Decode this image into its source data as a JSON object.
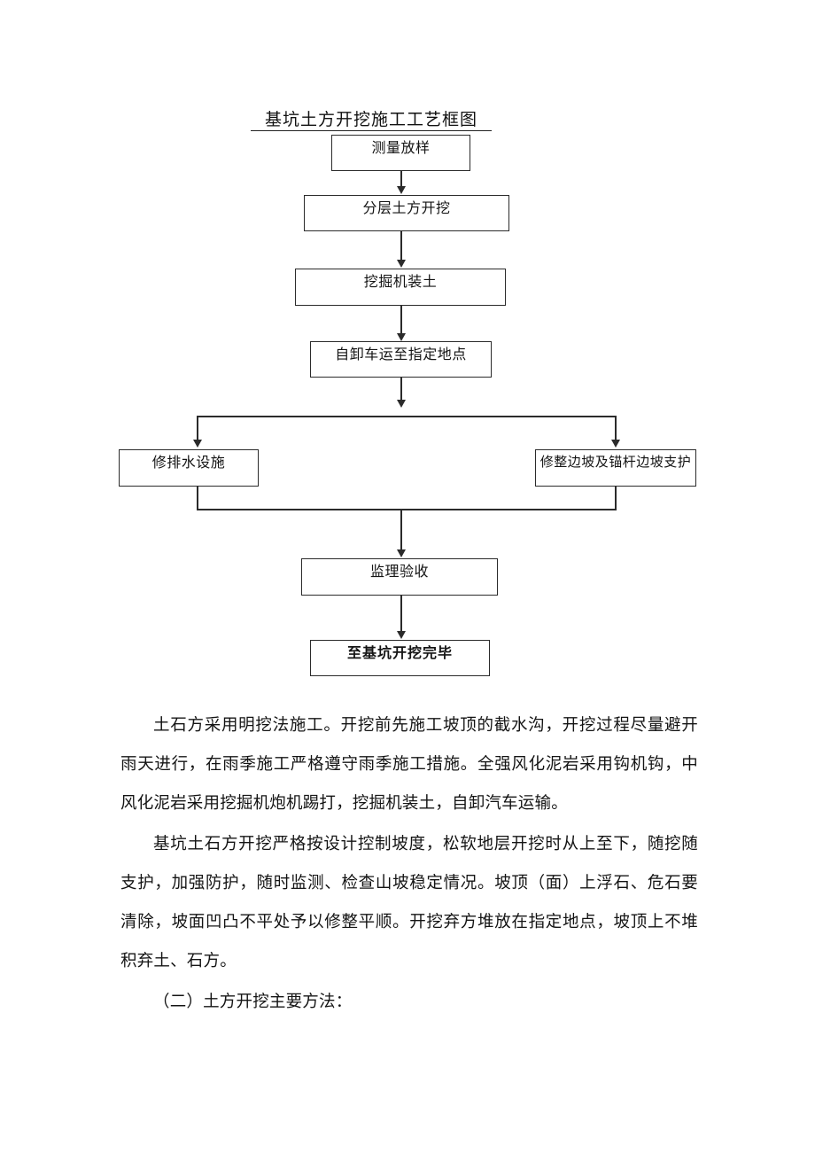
{
  "document": {
    "flowchart": {
      "title": "基坑土方开挖施工工艺框图",
      "nodes": {
        "survey": "测量放样",
        "layered_excavation": "分层土方开挖",
        "excavator_loading": "挖掘机装土",
        "dump_truck": "自卸车运至指定地点",
        "drainage": "修排水设施",
        "slope_support": "修整边坡及锚杆边坡支护",
        "supervision": "监理验收",
        "finish": "至基坑开挖完毕"
      }
    },
    "paragraphs": {
      "p1": "土石方采用明挖法施工。开挖前先施工坡顶的截水沟，开挖过程尽量避开雨天进行，在雨季施工严格遵守雨季施工措施。全强风化泥岩采用钩机钩，中风化泥岩采用挖掘机炮机踢打，挖掘机装土，自卸汽车运输。",
      "p2": "基坑土石方开挖严格按设计控制坡度，松软地层开挖时从上至下，随挖随支护，加强防护，随时监测、检查山坡稳定情况。坡顶（面）上浮石、危石要清除，坡面凹凸不平处予以修整平顺。开挖弃方堆放在指定地点，坡顶上不堆积弃土、石方。",
      "p3": "（二）土方开挖主要方法："
    }
  }
}
